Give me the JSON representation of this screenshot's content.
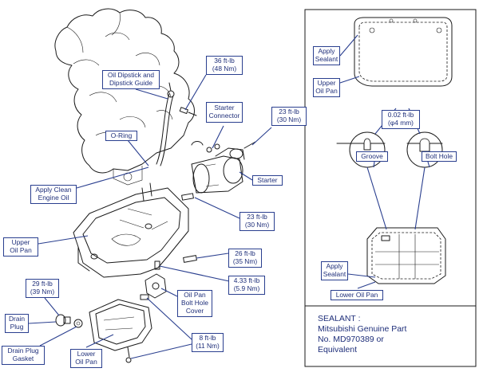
{
  "diagram": {
    "labels": {
      "oil_dipstick": "Oil Dipstick and\nDipstick Guide",
      "t36": "36 ft-lb\n(48 Nm)",
      "starter_connector": "Starter\nConnector",
      "t23_starter": "23 ft-lb\n(30 Nm)",
      "o_ring": "O-Ring",
      "apply_clean_oil": "Apply Clean\nEngine Oil",
      "starter": "Starter",
      "t23_pan": "23 ft-lb\n(30 Nm)",
      "upper_oil_pan": "Upper\nOil Pan",
      "t26": "26 ft-lb\n(35 Nm)",
      "t433": "4.33 ft-lb\n(5.9 Nm)",
      "bolt_hole_cover": "Oil Pan\nBolt Hole\nCover",
      "t29": "29 ft-lb\n(39 Nm)",
      "drain_plug": "Drain\nPlug",
      "drain_plug_gasket": "Drain Plug\nGasket",
      "lower_oil_pan": "Lower\nOil Pan",
      "t8": "8 ft-lb\n(11 Nm)"
    },
    "inset": {
      "apply_sealant_top": "Apply\nSealant",
      "upper_oil_pan": "Upper\nOil Pan",
      "bead": "0.02 ft-lb\n(φ4 mm)",
      "groove": "Groove",
      "bolt_hole": "Bolt Hole",
      "apply_sealant_bottom": "Apply\nSealant",
      "lower_oil_pan": "Lower Oil Pan"
    },
    "sealant_note": "SEALANT :\nMitsubishi Genuine Part\nNo. MD970389 or\nEquivalent"
  }
}
